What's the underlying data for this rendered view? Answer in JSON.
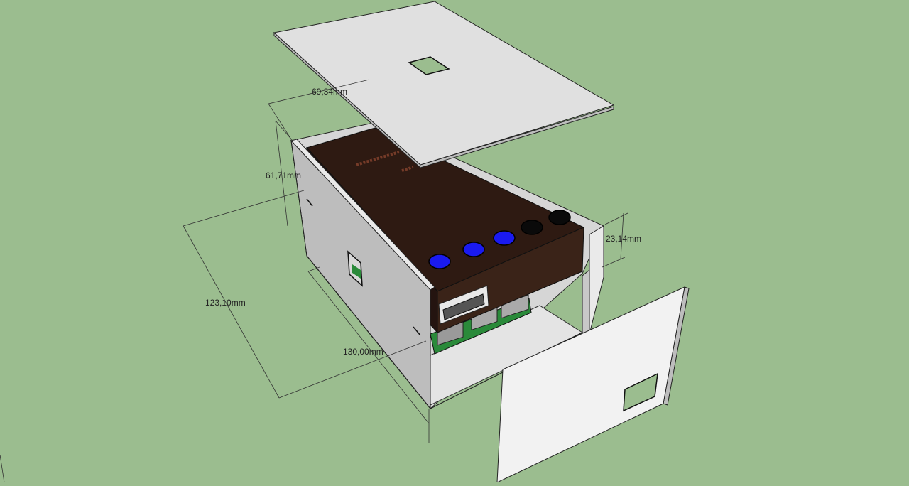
{
  "scene": {
    "background_color": "#9bbd8f",
    "dimensions": [
      {
        "id": "depth",
        "label": "69,34mm"
      },
      {
        "id": "height-left",
        "label": "61,71mm"
      },
      {
        "id": "width",
        "label": "123,10mm"
      },
      {
        "id": "length",
        "label": "130,00mm"
      },
      {
        "id": "height-right",
        "label": "23,14mm"
      }
    ],
    "buttons": [
      {
        "color": "#1a1af0"
      },
      {
        "color": "#1a1af0"
      },
      {
        "color": "#1a1af0"
      },
      {
        "color": "#0a0a0a"
      },
      {
        "color": "#0a0a0a"
      }
    ],
    "colors": {
      "panel_white": "#f2f2f2",
      "panel_grey": "#bdbdbd",
      "case_brown": "#2e1a12",
      "pcb_green": "#2a8a3a",
      "button_blue": "#1a1af0",
      "button_black": "#0a0a0a"
    }
  }
}
